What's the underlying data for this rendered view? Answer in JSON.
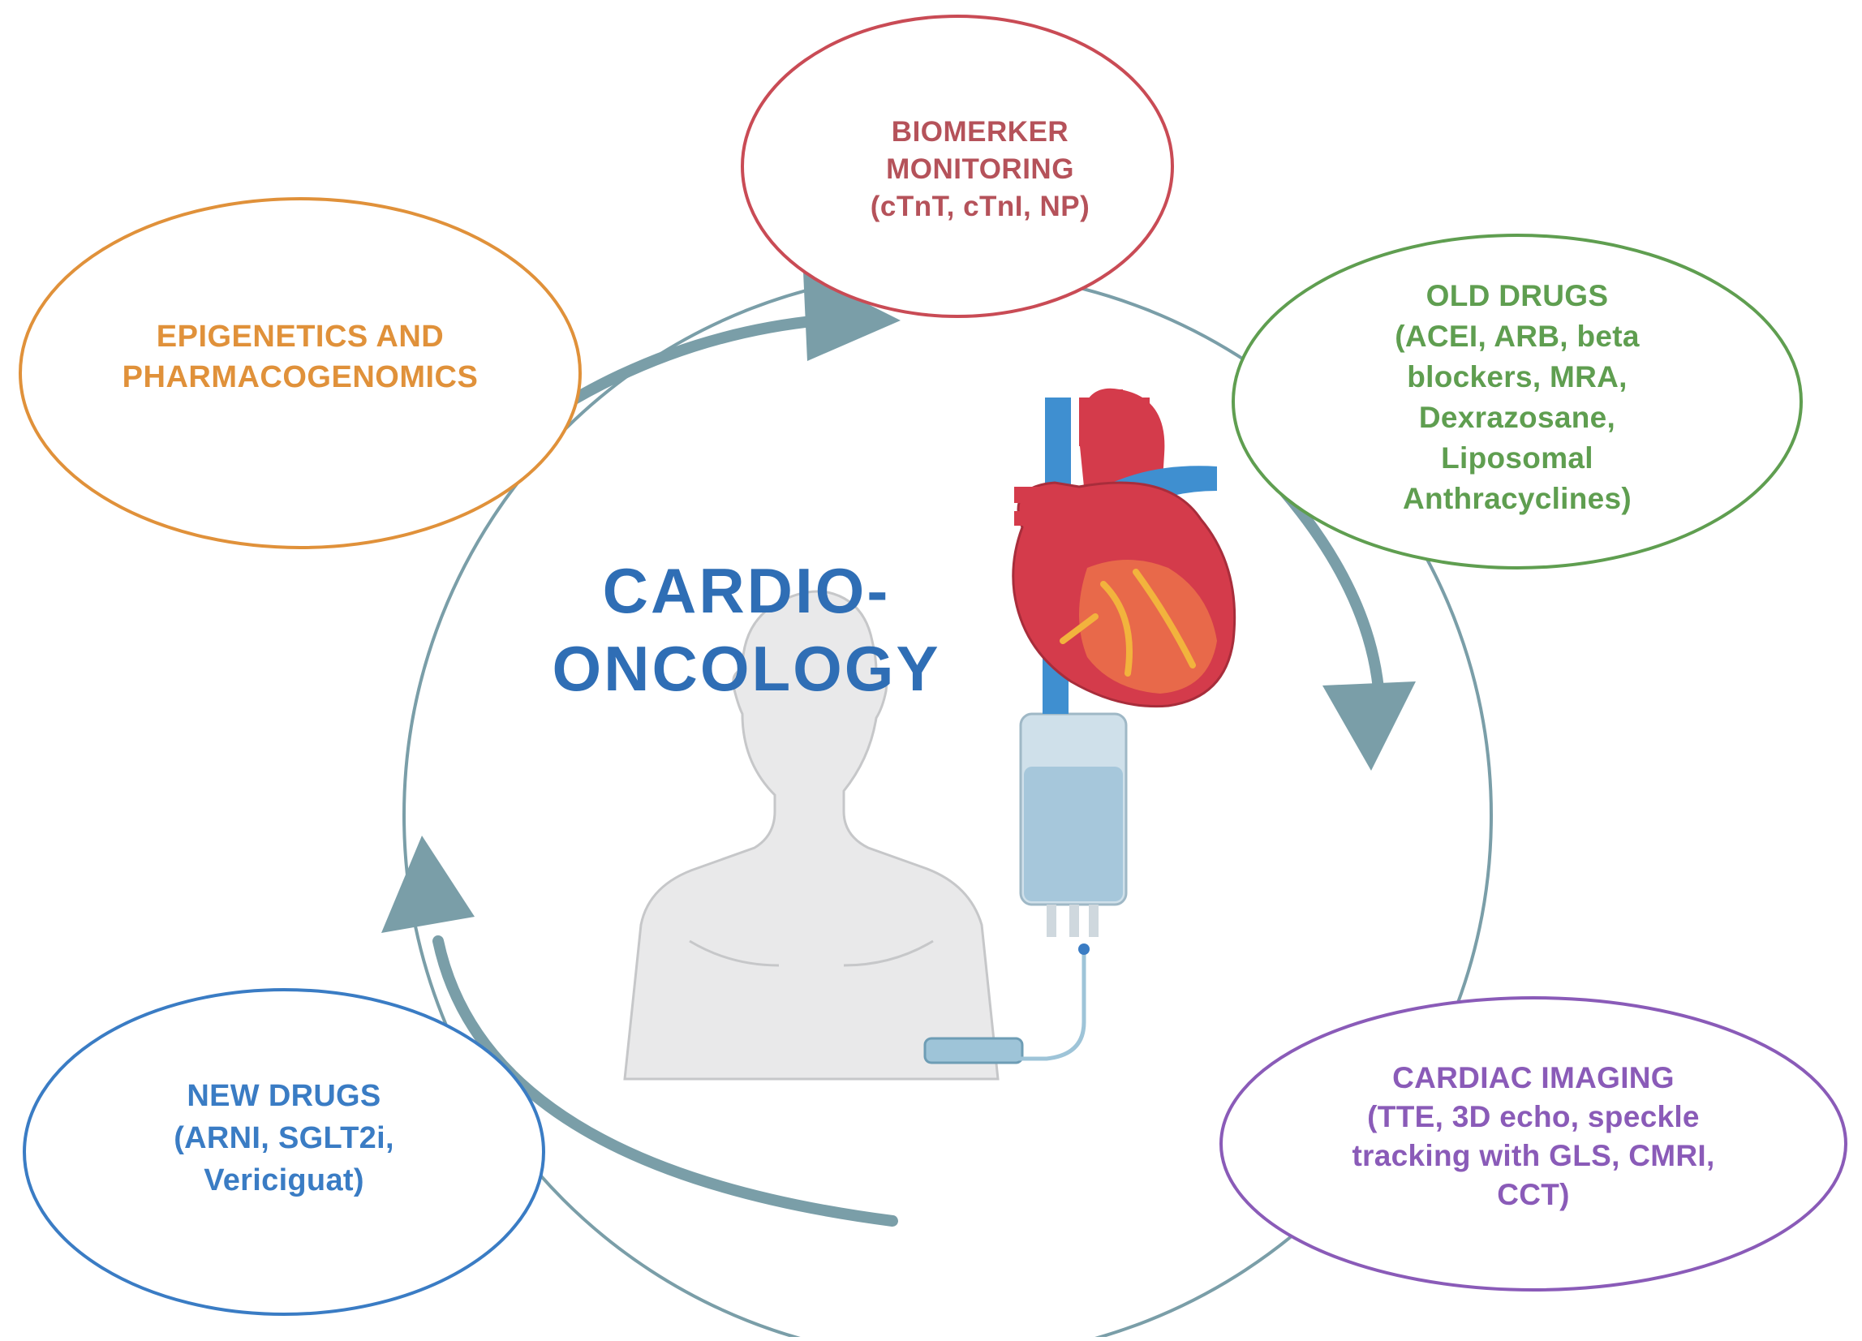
{
  "colors": {
    "biomarker": "#b5525a",
    "epigenetics": "#e0913a",
    "old_drugs": "#5f9e50",
    "imaging": "#8a5bb8",
    "new_drugs": "#3a7cc4",
    "center": "#2f6eb5",
    "cycle": "#7a9ea8"
  },
  "center": {
    "line1": "CARDIO-",
    "line2": "ONCOLOGY"
  },
  "biomarker": {
    "line1": "BIOMERKER",
    "line2": "MONITORING",
    "line3": "(cTnT, cTnI, NP)"
  },
  "epigenetics": {
    "line1": "EPIGENETICS AND",
    "line2": "PHARMACOGENOMICS"
  },
  "old_drugs": {
    "line1": "OLD DRUGS",
    "line2": "(ACEI, ARB, beta",
    "line3": "blockers, MRA,",
    "line4": "Dexrazosane,",
    "line5": "Liposomal",
    "line6": "Anthracyclines)"
  },
  "imaging": {
    "line1": "CARDIAC IMAGING",
    "line2": "(TTE, 3D echo, speckle",
    "line3": "tracking with GLS, CMRI,",
    "line4": "CCT)"
  },
  "new_drugs": {
    "line1": "NEW DRUGS",
    "line2": "(ARNI, SGLT2i,",
    "line3": "Vericiguat)"
  },
  "icons": [
    "heart-icon",
    "iv-bag-icon",
    "patient-icon"
  ]
}
